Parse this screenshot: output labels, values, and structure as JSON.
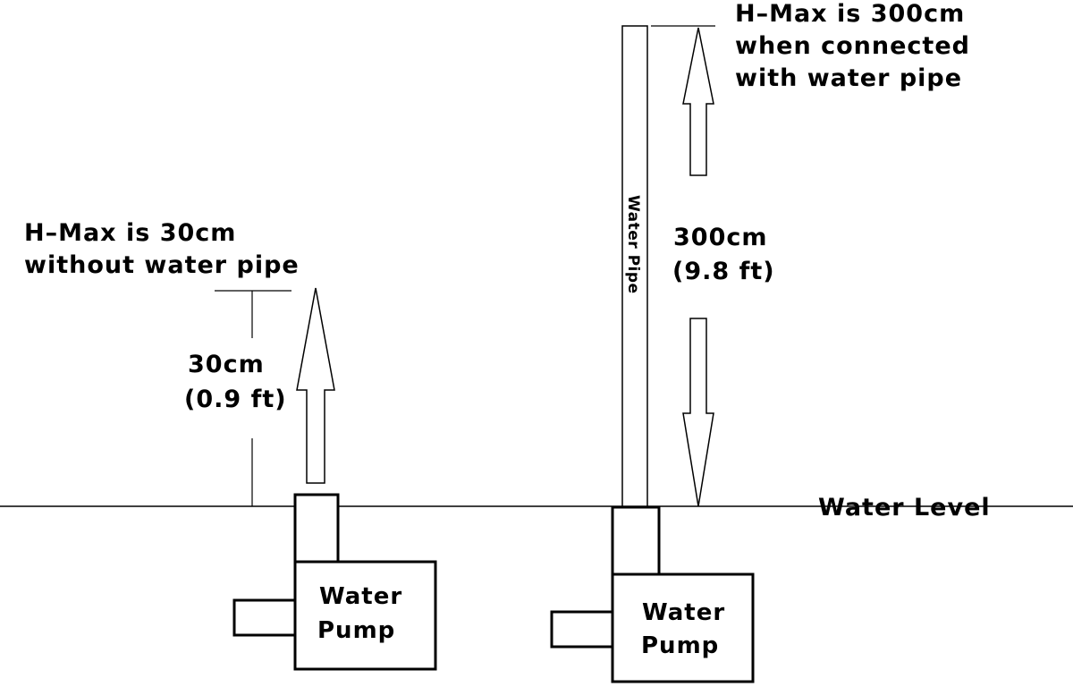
{
  "left_caption": {
    "line1": "H–Max is 30cm",
    "line2": "without water pipe"
  },
  "left_measure": {
    "value": "30cm",
    "value_ft": "(0.9 ft)"
  },
  "right_caption": {
    "line1": "H–Max is 300cm",
    "line2": "when connected",
    "line3": "with water pipe"
  },
  "right_measure": {
    "value": "300cm",
    "value_ft": "(9.8 ft)"
  },
  "pipe_label": "Water Pipe",
  "water_level_label": "Water Level",
  "pump_left": {
    "line1": "Water",
    "line2": "Pump"
  },
  "pump_right": {
    "line1": "Water",
    "line2": "Pump"
  },
  "colors": {
    "stroke": "#000000",
    "background": "#ffffff"
  },
  "icons": [
    "up-arrow-icon",
    "down-arrow-icon"
  ]
}
